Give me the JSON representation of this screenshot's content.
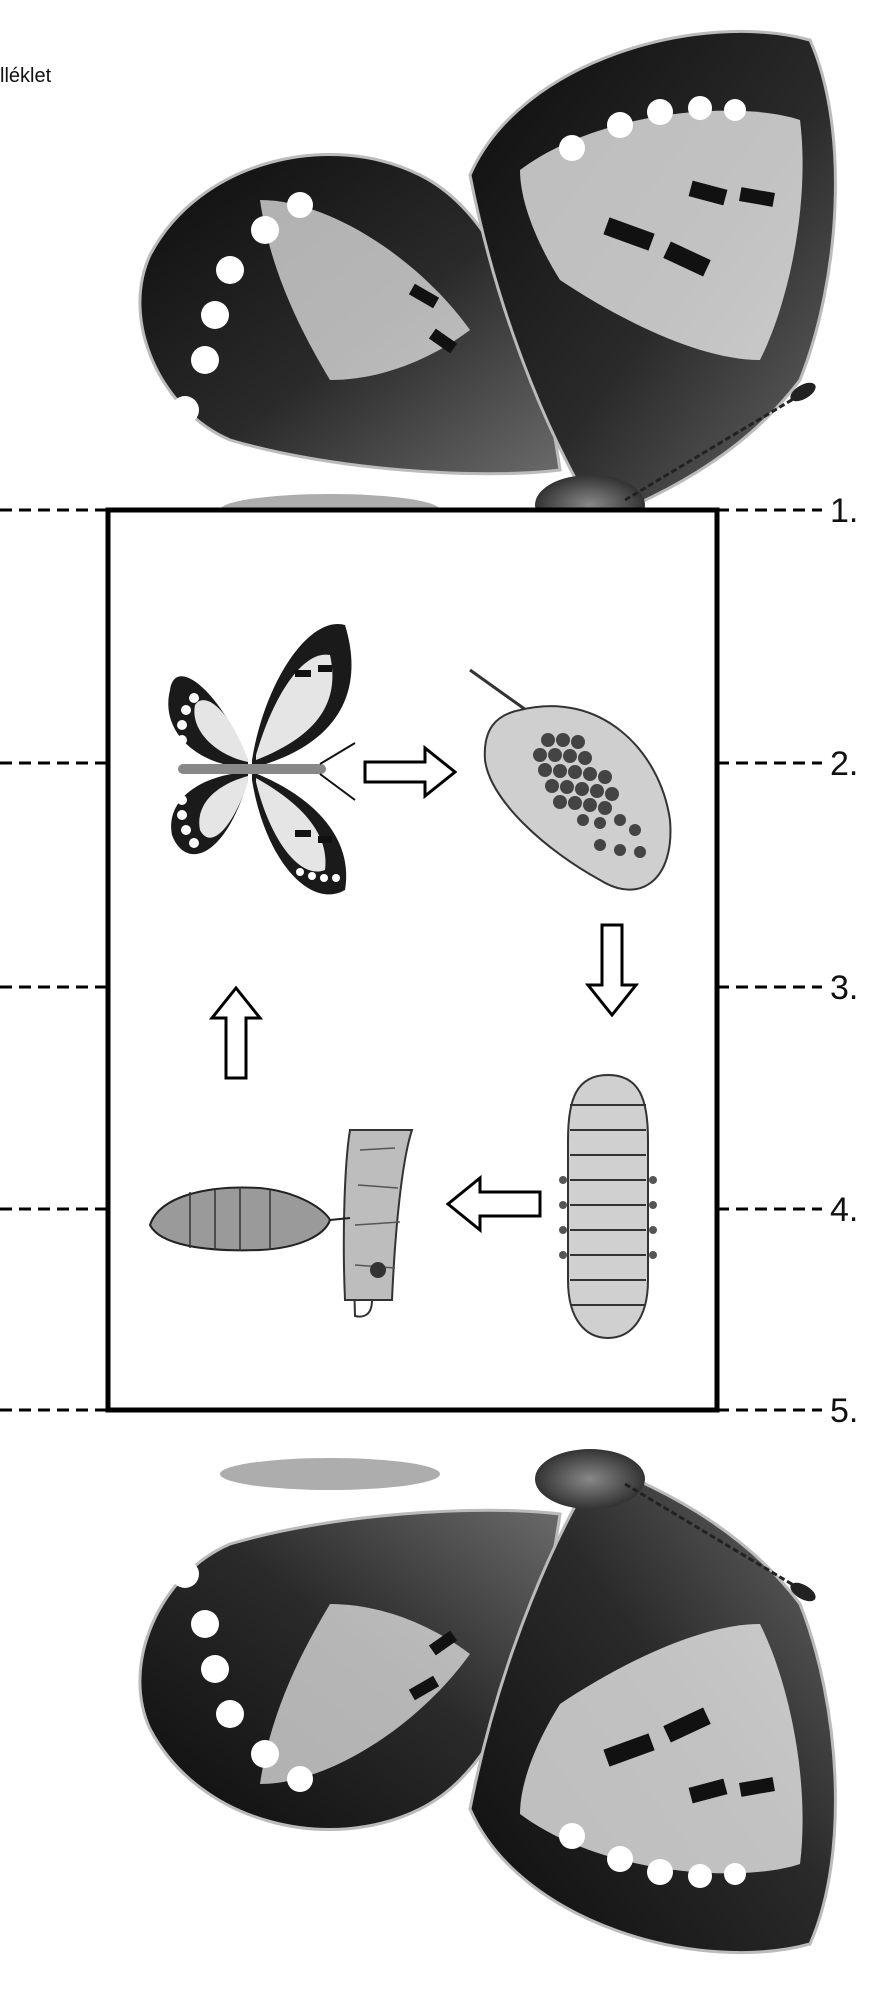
{
  "header": {
    "label": "lléklet"
  },
  "lines": [
    {
      "number": "1."
    },
    {
      "number": "2."
    },
    {
      "number": "3."
    },
    {
      "number": "4."
    },
    {
      "number": "5."
    }
  ],
  "cycle": {
    "stages": [
      "adult-butterfly",
      "eggs-on-leaf",
      "caterpillar",
      "pupa-on-twig"
    ],
    "arrows": [
      "right",
      "down",
      "left",
      "up"
    ]
  },
  "colors": {
    "ink": "#111111",
    "background": "#ffffff",
    "wing_light": "#d9d9d9"
  }
}
